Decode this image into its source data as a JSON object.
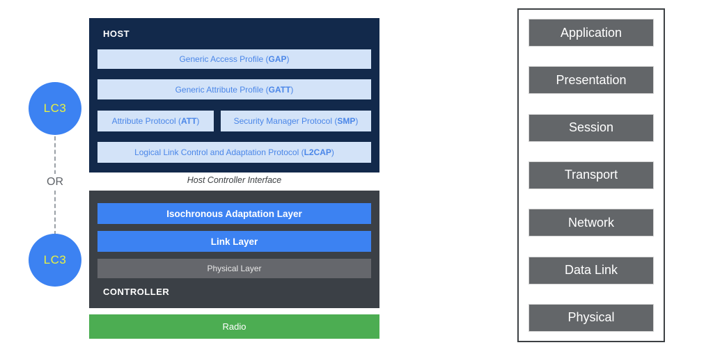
{
  "colors": {
    "host_navy": "#12294B",
    "host_bar_light_blue": "#D3E3F8",
    "host_bar_text_blue": "#4a86e8",
    "controller_dark": "#3B4046",
    "layer_blue": "#3C82F2",
    "physical_gray": "#65676C",
    "radio_green": "#4CAD52",
    "lc3_circle_blue": "#3C82F2",
    "lc3_text_yellow": "#E9F23F",
    "osi_box_gray": "#636669"
  },
  "lc3": {
    "top_label": "LC3",
    "bottom_label": "LC3",
    "or_label": "OR"
  },
  "host": {
    "title": "HOST",
    "bars": [
      {
        "prefix": "Generic Access Profile (",
        "acronym": "GAP",
        "suffix": ")"
      },
      {
        "prefix": "Generic Attribute Profile (",
        "acronym": "GATT",
        "suffix": ")"
      },
      {
        "prefix": "Attribute Protocol (",
        "acronym": "ATT",
        "suffix": ")"
      },
      {
        "prefix": "Security Manager Protocol (",
        "acronym": "SMP",
        "suffix": ")"
      },
      {
        "prefix": "Logical Link Control and Adaptation Protocol (",
        "acronym": "L2CAP",
        "suffix": ")"
      }
    ]
  },
  "hci_label": "Host Controller Interface",
  "controller": {
    "title": "CONTROLLER",
    "layers": [
      {
        "label": "Isochronous Adaptation Layer"
      },
      {
        "label": "Link Layer"
      },
      {
        "label": "Physical Layer"
      }
    ]
  },
  "radio_label": "Radio",
  "osi": {
    "layers": [
      "Application",
      "Presentation",
      "Session",
      "Transport",
      "Network",
      "Data Link",
      "Physical"
    ]
  }
}
